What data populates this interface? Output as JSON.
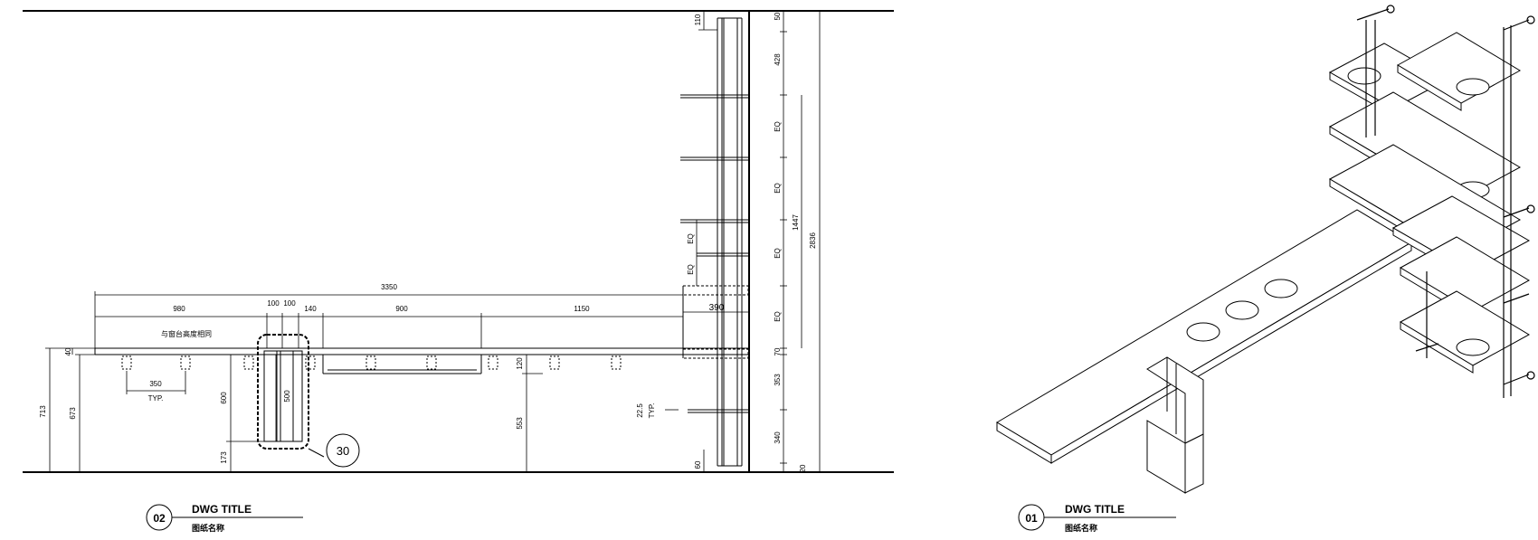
{
  "left_drawing": {
    "number": "02",
    "title": "DWG TITLE",
    "subtitle": "图纸名称",
    "note": "与窗台高度相同",
    "callout": "30",
    "spacing_note": "350",
    "spacing_typ": "TYP.",
    "small_typ_value": "22.5",
    "small_typ": "TYP.",
    "dims_horizontal": {
      "overall": "3350",
      "d980": "980",
      "d100a": "100",
      "d100b": "100",
      "d140": "140",
      "d900": "900",
      "d1150": "1150",
      "d390": "390"
    },
    "dims_vertical_left": {
      "d713": "713",
      "d673": "673",
      "d40": "40",
      "d600": "600",
      "d173": "173",
      "d500": "500",
      "d120": "120",
      "d553": "553"
    },
    "dims_vertical_right": {
      "d110": "110",
      "d50a": "50",
      "d428": "428",
      "eq1": "EQ",
      "eq2": "EQ",
      "eq3": "EQ",
      "eq4": "EQ",
      "eqa": "EQ",
      "eqb": "EQ",
      "d1447": "1447",
      "d2836": "2836",
      "d70": "70",
      "d353": "353",
      "d340": "340",
      "d60": "60",
      "d20": "20"
    }
  },
  "right_drawing": {
    "number": "01",
    "title": "DWG TITLE",
    "subtitle": "图纸名称"
  }
}
